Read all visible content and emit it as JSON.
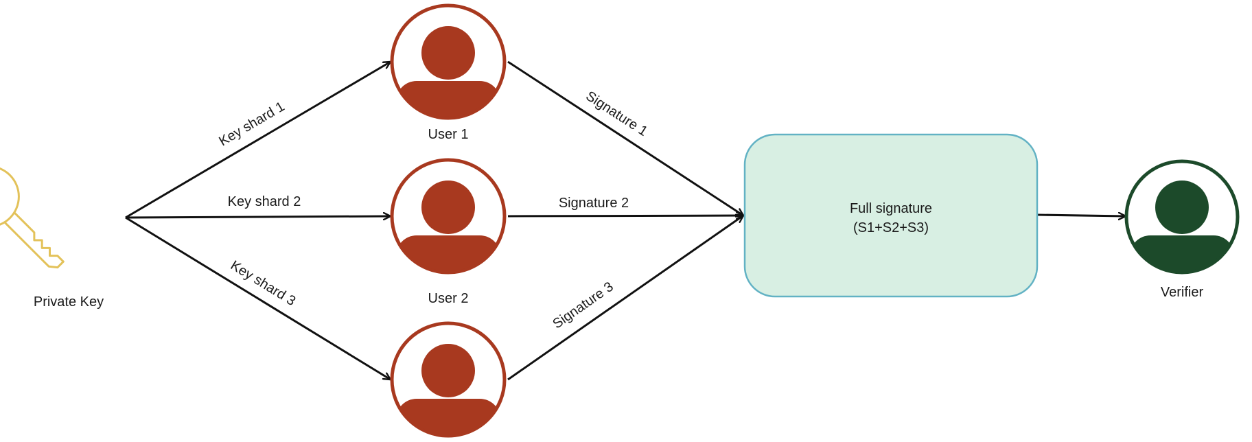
{
  "nodes": {
    "private_key": {
      "label": "Private Key",
      "icon": "key-icon"
    },
    "user1": {
      "label": "User 1",
      "icon": "user-icon"
    },
    "user2": {
      "label": "User 2",
      "icon": "user-icon"
    },
    "user3": {
      "label": "",
      "icon": "user-icon"
    },
    "full_signature": {
      "line1": "Full signature",
      "line2": "(S1+S2+S3)"
    },
    "verifier": {
      "label": "Verifier",
      "icon": "user-icon"
    }
  },
  "edges": {
    "key_shard_1": "Key shard 1",
    "key_shard_2": "Key shard 2",
    "key_shard_3": "Key shard 3",
    "signature_1": "Signature 1",
    "signature_2": "Signature 2",
    "signature_3": "Signature 3"
  },
  "colors": {
    "key": "#e3c25a",
    "user": "#a8391f",
    "verifier": "#1c4a2a",
    "box_fill": "#d8efe3",
    "box_stroke": "#62b2c4",
    "edge": "#111111"
  }
}
